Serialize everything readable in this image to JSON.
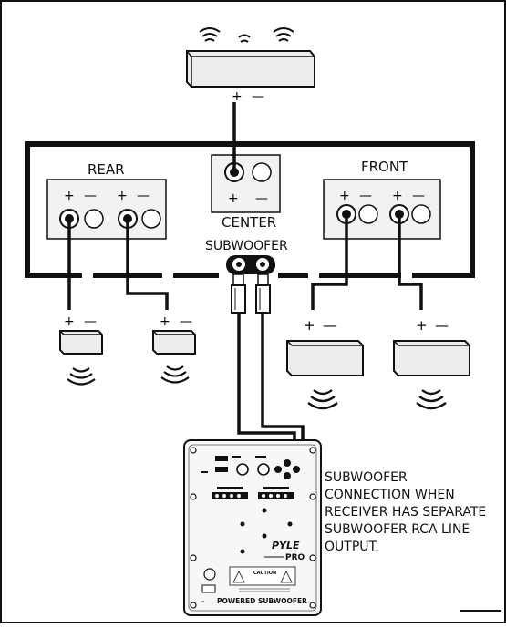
{
  "receiver": {
    "rear_label": "REAR",
    "center_label": "CENTER",
    "front_label": "FRONT",
    "subwoofer_label": "SUBWOOFER"
  },
  "terminals": {
    "plus": "+",
    "minus": "—"
  },
  "amp_panel": {
    "brand": "PYLE",
    "brand_suffix": "PRO",
    "caution": "CAUTION",
    "footer": "POWERED SUBWOOFER"
  },
  "caption": {
    "lines": [
      "SUBWOOFER",
      "CONNECTION WHEN",
      "RECEIVER HAS SEPARATE",
      "SUBWOOFER RCA LINE",
      "OUTPUT."
    ]
  },
  "colors": {
    "ink": "#111111",
    "panel": "#f2f2f2",
    "speaker_fill": "#ececec"
  }
}
